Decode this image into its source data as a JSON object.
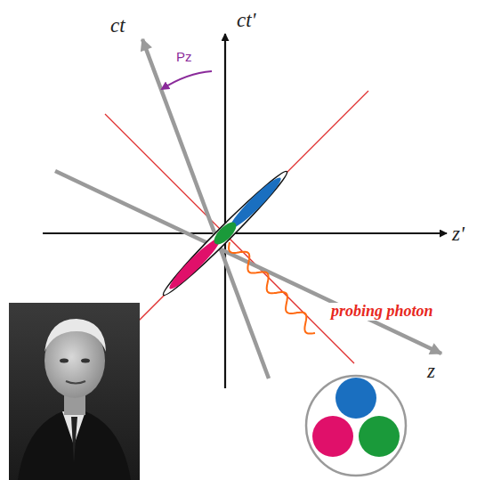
{
  "diagram": {
    "labels": [
      "ct",
      "ct'",
      "Pz",
      "z'",
      "probing photon",
      "z"
    ]
  }
}
